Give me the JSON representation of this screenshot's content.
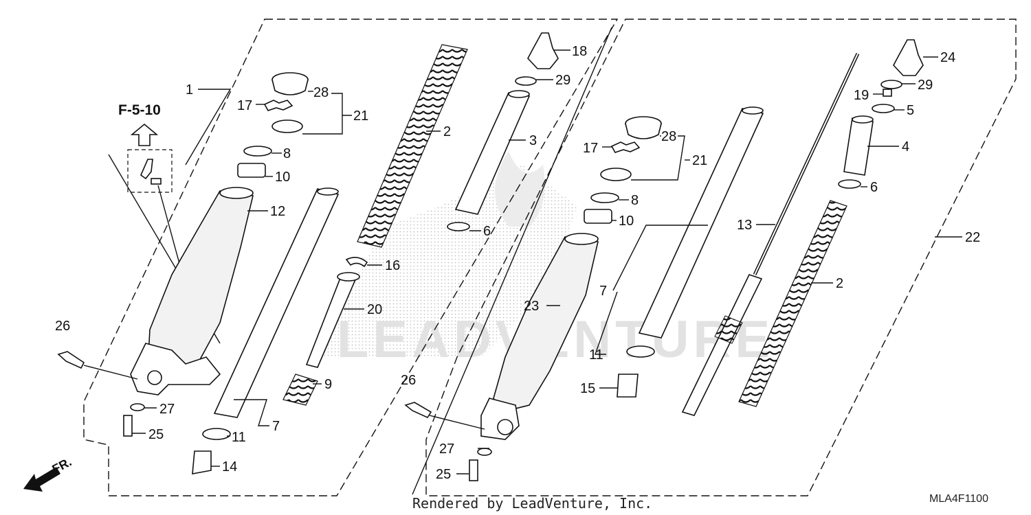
{
  "diagram": {
    "reference": "F-5-10",
    "front_marker": "FR.",
    "watermark_text": "LEADVENTURE",
    "credit": "Rendered by LeadVenture, Inc.",
    "diagram_code": "MLA4F1100",
    "callouts": {
      "c1": "1",
      "c2a": "2",
      "c2b": "2",
      "c3": "3",
      "c4": "4",
      "c5": "5",
      "c6a": "6",
      "c6b": "6",
      "c7a": "7",
      "c7b": "7",
      "c8a": "8",
      "c8b": "8",
      "c9": "9",
      "c10a": "10",
      "c10b": "10",
      "c11a": "11",
      "c11b": "11",
      "c12": "12",
      "c13": "13",
      "c14": "14",
      "c15": "15",
      "c16": "16",
      "c17a": "17",
      "c17b": "17",
      "c18": "18",
      "c19": "19",
      "c20": "20",
      "c21a": "21",
      "c21b": "21",
      "c22": "22",
      "c23": "23",
      "c24": "24",
      "c25a": "25",
      "c25b": "25",
      "c26a": "26",
      "c26b": "26",
      "c27a": "27",
      "c27b": "27",
      "c28a": "28",
      "c28b": "28",
      "c29a": "29",
      "c29b": "29"
    }
  }
}
